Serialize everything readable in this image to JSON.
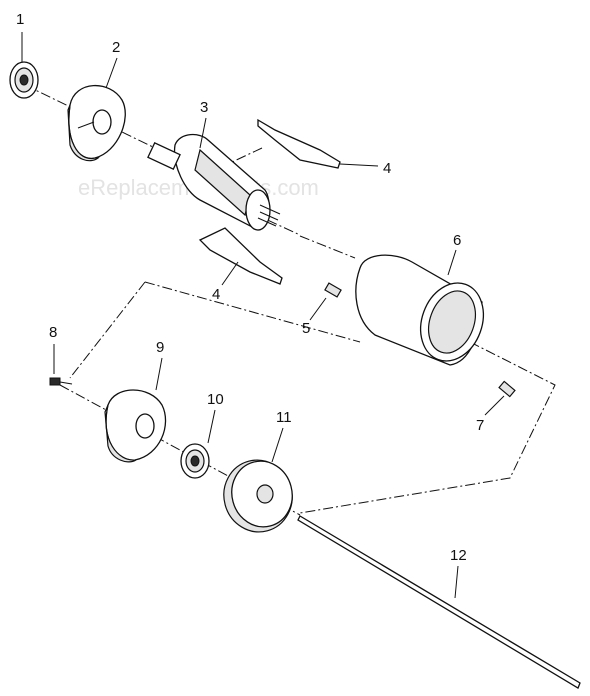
{
  "watermark": "eReplacementParts.com",
  "callouts": [
    "1",
    "2",
    "3",
    "4",
    "4",
    "5",
    "6",
    "7",
    "8",
    "9",
    "10",
    "11",
    "12"
  ],
  "colors": {
    "line": "#111111",
    "shade": "#e4e4e4",
    "watermark": "#e3e3e3"
  }
}
